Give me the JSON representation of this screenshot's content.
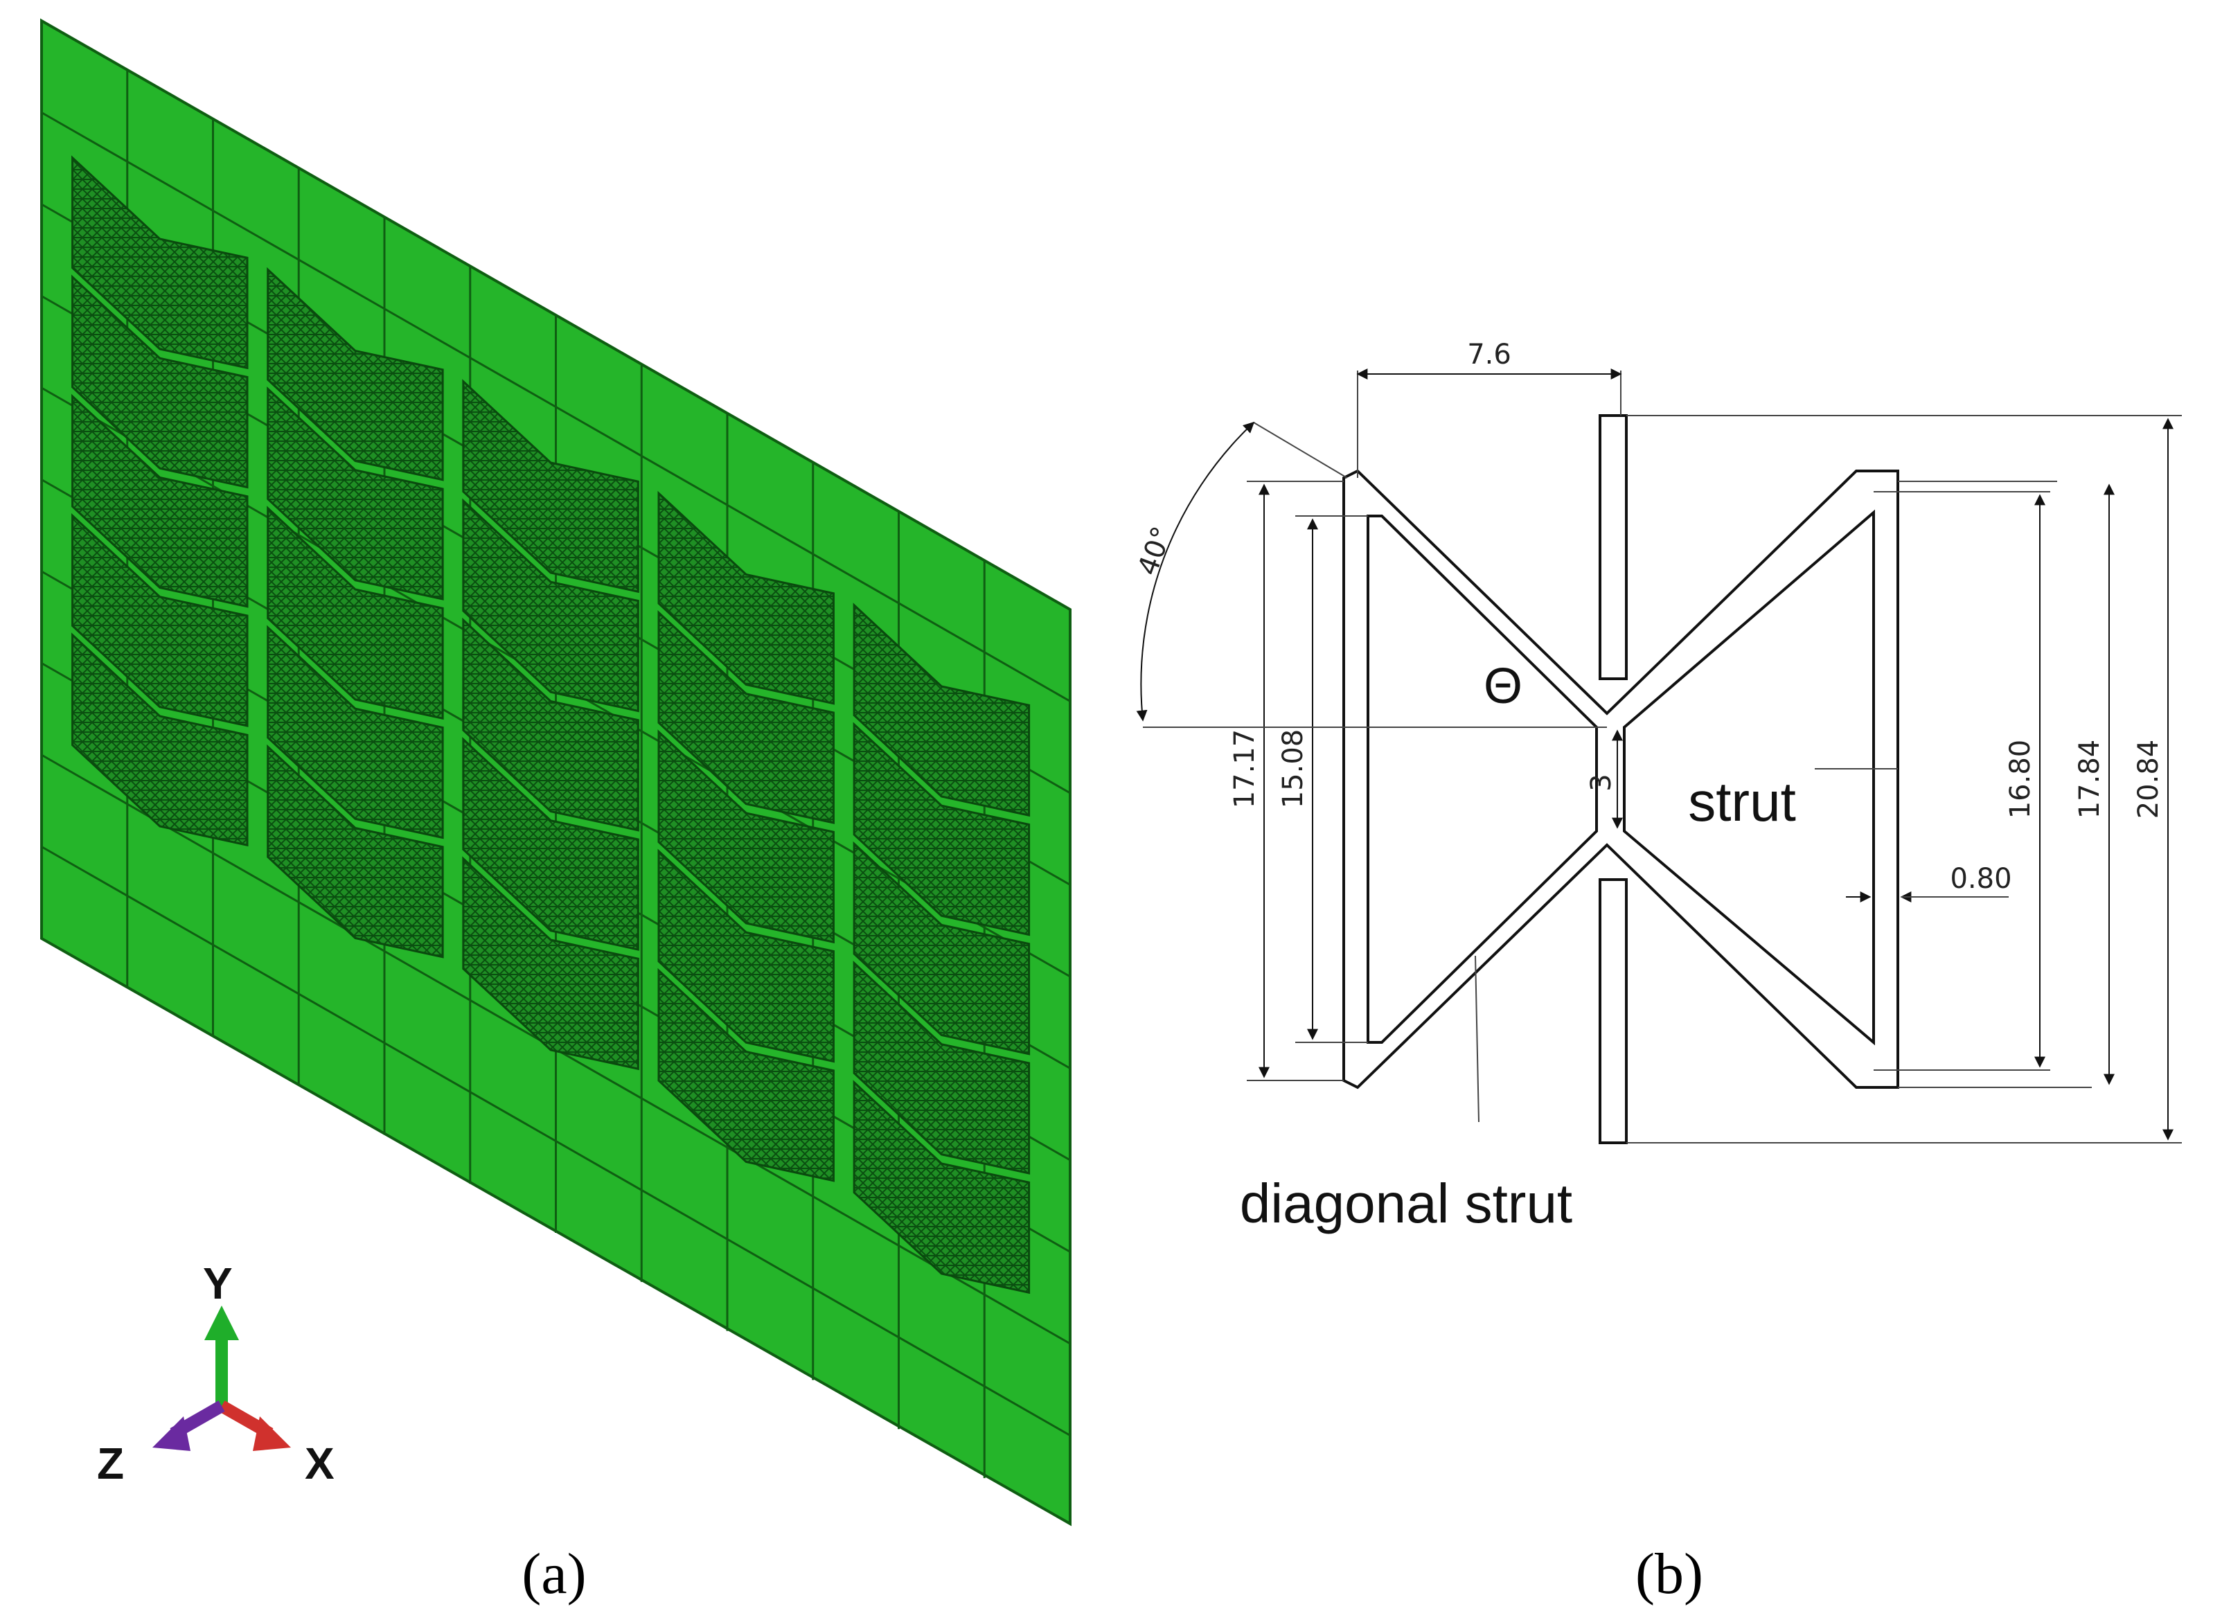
{
  "panel_a": {
    "caption": "(a)",
    "axes": {
      "y": "Y",
      "z": "Z",
      "x": "X"
    },
    "colors": {
      "plate": "#25b52a",
      "mesh": "#0a5a12",
      "y_axis": "#1fae2a",
      "x_axis": "#d0312d",
      "z_axis": "#6a2aa0"
    }
  },
  "panel_b": {
    "caption": "(b)",
    "theta_label": "Θ",
    "labels": {
      "strut": "strut",
      "diagonal_strut": "diagonal strut"
    },
    "dimensions": {
      "top_width": "7.6",
      "angle": "40°",
      "outer_left_height": "17.17",
      "inner_left_height": "15.08",
      "gap": "3",
      "inner_right_height": "16.80",
      "outer_right_height": "17.84",
      "total_height": "20.84",
      "thickness": "0.80"
    }
  }
}
